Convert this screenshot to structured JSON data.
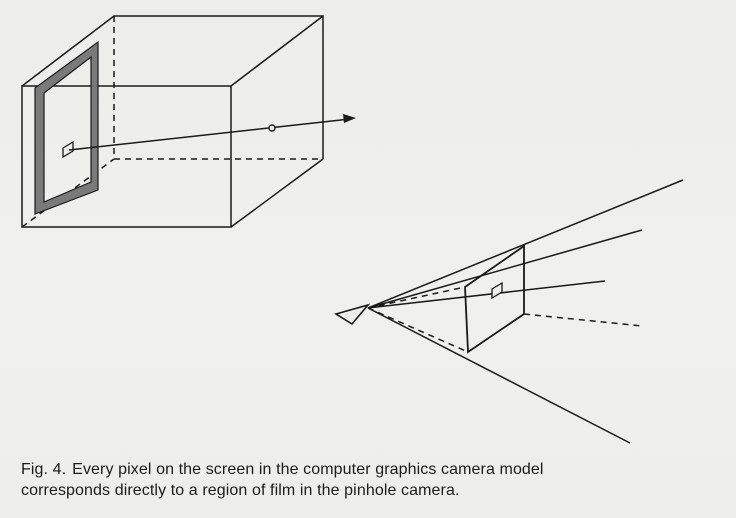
{
  "figure": {
    "label": "Fig. 4.",
    "caption_line1": "Every pixel on the screen in the computer graphics camera model",
    "caption_line2": "corresponds directly to a region of film in the pinhole camera."
  },
  "colors": {
    "ink": "#1a1a1a",
    "film_shade": "#7a7a7a",
    "paper": "#eeeeec"
  }
}
